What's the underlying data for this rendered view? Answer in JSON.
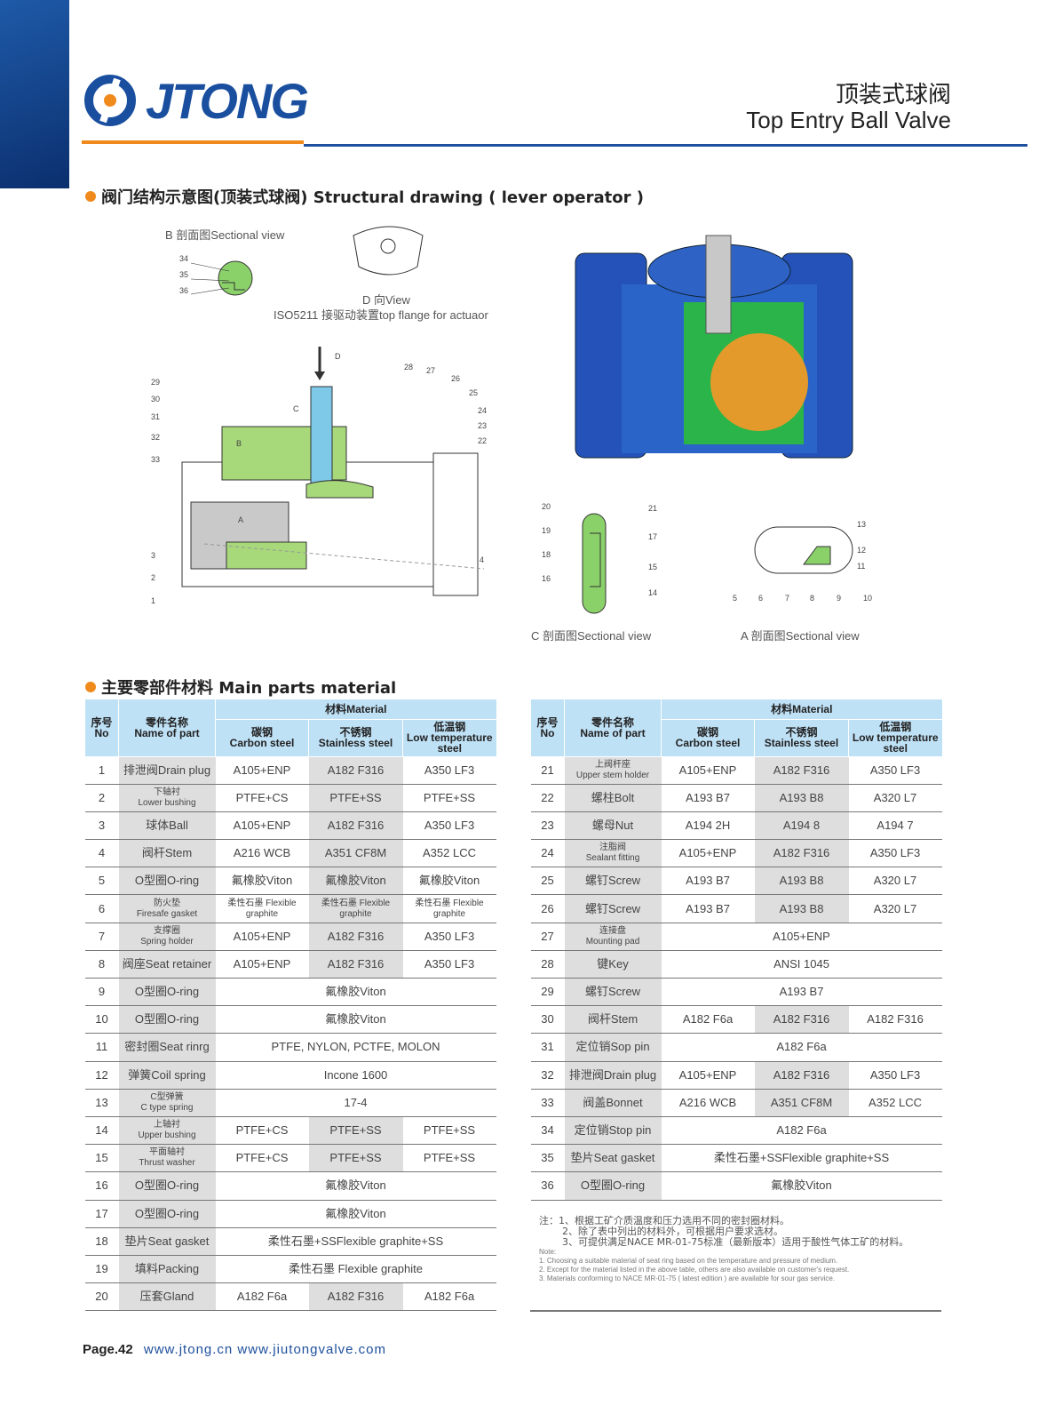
{
  "header": {
    "brand": "JTONG",
    "title_cn": "顶装式球阀",
    "title_en": "Top Entry Ball Valve"
  },
  "structure": {
    "title": "阀门结构示意图(顶装式球阀) Structural drawing ( lever operator )",
    "b_caption": "B 剖面图Sectional view",
    "d_caption": "D 向View",
    "d_sub": "ISO5211 接驱动装置top flange for actuaor",
    "c_caption": "C 剖面图Sectional view",
    "a_caption": "A 剖面图Sectional view",
    "main_callouts": [
      "28",
      "27",
      "26",
      "25",
      "24",
      "23",
      "22",
      "29",
      "30",
      "31",
      "32",
      "33",
      "3",
      "2",
      "1",
      "4",
      "B",
      "C",
      "D",
      "A"
    ],
    "b_callouts": [
      "34",
      "35",
      "36"
    ],
    "c_callouts": [
      "20",
      "19",
      "18",
      "16",
      "21",
      "17",
      "15",
      "14"
    ],
    "a_callouts": [
      "13",
      "12",
      "11",
      "10",
      "9",
      "8",
      "7",
      "6",
      "5"
    ]
  },
  "parts": {
    "title": "主要零部件材料 Main parts material",
    "headers": {
      "no_cn": "序号",
      "no_en": "No",
      "name_cn": "零件名称",
      "name_en": "Name of part",
      "material": "材料Material",
      "cs_cn": "碳钢",
      "cs_en": "Carbon steel",
      "ss_cn": "不锈钢",
      "ss_en": "Stainless steel",
      "lt_cn": "低温钢",
      "lt_en": "Low temperature steel"
    },
    "left": [
      {
        "no": "1",
        "name": "排泄阀Drain plug",
        "v": [
          "A105+ENP",
          "A182 F316",
          "A350 LF3"
        ]
      },
      {
        "no": "2",
        "cn": "下轴衬",
        "en": "Lower bushing",
        "v": [
          "PTFE+CS",
          "PTFE+SS",
          "PTFE+SS"
        ]
      },
      {
        "no": "3",
        "name": "球体Ball",
        "v": [
          "A105+ENP",
          "A182 F316",
          "A350 LF3"
        ]
      },
      {
        "no": "4",
        "name": "阀杆Stem",
        "v": [
          "A216 WCB",
          "A351 CF8M",
          "A352 LCC"
        ]
      },
      {
        "no": "5",
        "name": "O型圈O-ring",
        "v": [
          "氟橡胶Viton",
          "氟橡胶Viton",
          "氟橡胶Viton"
        ]
      },
      {
        "no": "6",
        "cn": "防火垫",
        "en": "Firesafe gasket",
        "v": [
          "柔性石墨 Flexible graphite",
          "柔性石墨 Flexible graphite",
          "柔性石墨 Flexible graphite"
        ]
      },
      {
        "no": "7",
        "cn": "支撑圈",
        "en": "Spring holder",
        "v": [
          "A105+ENP",
          "A182 F316",
          "A350 LF3"
        ]
      },
      {
        "no": "8",
        "name": "阀座Seat retainer",
        "v": [
          "A105+ENP",
          "A182 F316",
          "A350 LF3"
        ]
      },
      {
        "no": "9",
        "name": "O型圈O-ring",
        "v": [
          "氟橡胶Viton"
        ]
      },
      {
        "no": "10",
        "name": "O型圈O-ring",
        "v": [
          "氟橡胶Viton"
        ]
      },
      {
        "no": "11",
        "name": "密封圈Seat rinrg",
        "v": [
          "PTFE, NYLON, PCTFE, MOLON"
        ]
      },
      {
        "no": "12",
        "name": "弹簧Coil spring",
        "v": [
          "Incone 1600"
        ]
      },
      {
        "no": "13",
        "cn": "C型弹簧",
        "en": "C type spring",
        "v": [
          "17-4"
        ]
      },
      {
        "no": "14",
        "cn": "上轴衬",
        "en": "Upper bushing",
        "v": [
          "PTFE+CS",
          "PTFE+SS",
          "PTFE+SS"
        ]
      },
      {
        "no": "15",
        "cn": "平面轴衬",
        "en": "Thrust washer",
        "v": [
          "PTFE+CS",
          "PTFE+SS",
          "PTFE+SS"
        ]
      },
      {
        "no": "16",
        "name": "O型圈O-ring",
        "v": [
          "氟橡胶Viton"
        ]
      },
      {
        "no": "17",
        "name": "O型圈O-ring",
        "v": [
          "氟橡胶Viton"
        ]
      },
      {
        "no": "18",
        "name": "垫片Seat gasket",
        "v": [
          "柔性石墨+SSFlexible graphite+SS"
        ]
      },
      {
        "no": "19",
        "name": "填料Packing",
        "v": [
          "柔性石墨 Flexible graphite"
        ]
      },
      {
        "no": "20",
        "name": "压套Gland",
        "v": [
          "A182 F6a",
          "A182 F316",
          "A182 F6a"
        ]
      }
    ],
    "right": [
      {
        "no": "21",
        "cn": "上阀杆座",
        "en": "Upper stem holder",
        "v": [
          "A105+ENP",
          "A182 F316",
          "A350 LF3"
        ]
      },
      {
        "no": "22",
        "name": "螺柱Bolt",
        "v": [
          "A193 B7",
          "A193 B8",
          "A320 L7"
        ]
      },
      {
        "no": "23",
        "name": "螺母Nut",
        "v": [
          "A194 2H",
          "A194 8",
          "A194 7"
        ]
      },
      {
        "no": "24",
        "cn": "注脂阀",
        "en": "Sealant fitting",
        "v": [
          "A105+ENP",
          "A182 F316",
          "A350 LF3"
        ]
      },
      {
        "no": "25",
        "name": "螺钉Screw",
        "v": [
          "A193 B7",
          "A193 B8",
          "A320 L7"
        ]
      },
      {
        "no": "26",
        "name": "螺钉Screw",
        "v": [
          "A193 B7",
          "A193 B8",
          "A320 L7"
        ]
      },
      {
        "no": "27",
        "cn": "连接盘",
        "en": "Mounting pad",
        "v": [
          "A105+ENP"
        ]
      },
      {
        "no": "28",
        "name": "键Key",
        "v": [
          "ANSI 1045"
        ]
      },
      {
        "no": "29",
        "name": "螺钉Screw",
        "v": [
          "A193 B7"
        ]
      },
      {
        "no": "30",
        "name": "阀杆Stem",
        "v": [
          "A182 F6a",
          "A182 F316",
          "A182 F316"
        ]
      },
      {
        "no": "31",
        "name": "定位销Sop pin",
        "v": [
          "A182 F6a"
        ]
      },
      {
        "no": "32",
        "name": "排泄阀Drain plug",
        "v": [
          "A105+ENP",
          "A182 F316",
          "A350 LF3"
        ]
      },
      {
        "no": "33",
        "name": "阀盖Bonnet",
        "v": [
          "A216 WCB",
          "A351 CF8M",
          "A352 LCC"
        ]
      },
      {
        "no": "34",
        "name": "定位销Stop pin",
        "v": [
          "A182 F6a"
        ]
      },
      {
        "no": "35",
        "name": "垫片Seat gasket",
        "v": [
          "柔性石墨+SSFlexible graphite+SS"
        ]
      },
      {
        "no": "36",
        "name": "O型圈O-ring",
        "v": [
          "氟橡胶Viton"
        ]
      }
    ]
  },
  "notes": {
    "cn": [
      "注：1、根据工矿介质温度和压力选用不同的密封圈材料。",
      "2、除了表中列出的材料外，可根据用户要求选材。",
      "3、可提供满足NACE MR-01-75标准（最新版本）适用于酸性气体工矿的材料。"
    ],
    "en_title": "Note:",
    "en": [
      "1. Choosing a suitable material of seat ring based on the temperature and pressure of medium.",
      "2. Except for the material listed in the above table, others are also available on customer's request.",
      "3. Materials conforming to NACE MR-01-75 ( latest edition ) are available for sour gas service."
    ]
  },
  "footer": {
    "page": "Page.42",
    "urls": "www.jtong.cn  www.jiutongvalve.com"
  },
  "colors": {
    "brand_blue": "#1e4f9c",
    "orange": "#f08a1c",
    "header_bg": "#bfe1f6"
  }
}
